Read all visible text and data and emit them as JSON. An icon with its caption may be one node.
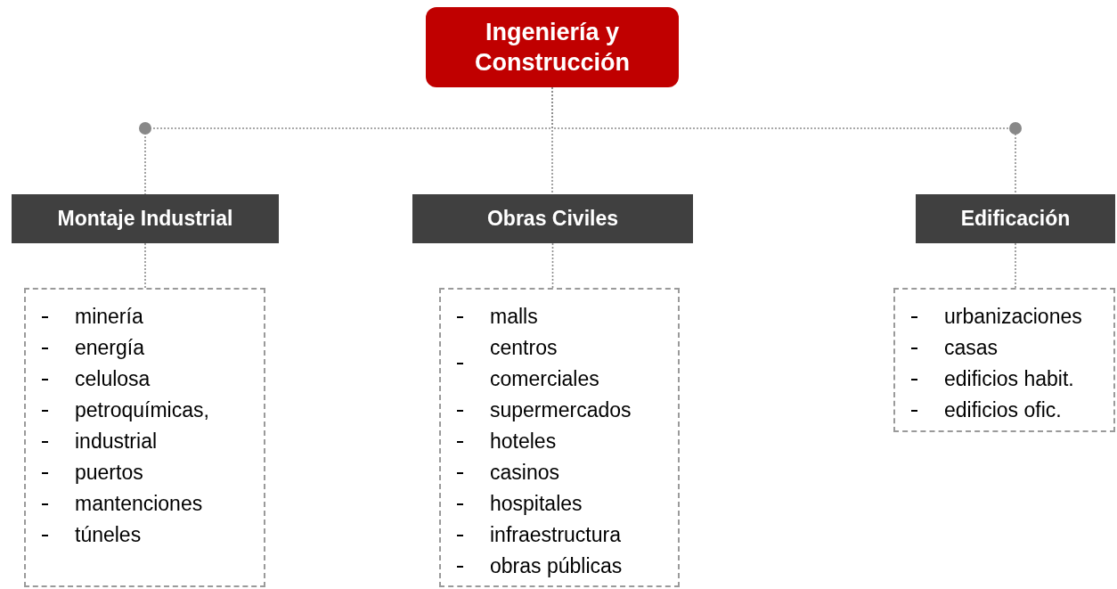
{
  "diagram": {
    "nodes": [
      {
        "text": [
          "Ingeniería y Construcción"
        ]
      },
      {
        "text": [
          "Montaje Industrial"
        ]
      },
      {
        "text": [
          "Obras Civiles"
        ]
      },
      {
        "text": [
          "Edificación"
        ]
      },
      {
        "text": [
          "minería",
          "energía",
          "celulosa",
          "petroquímicas,",
          "industrial",
          "puertos",
          "mantenciones",
          "túneles"
        ]
      },
      {
        "text": [
          "malls",
          "centros comerciales",
          "supermercados",
          "hoteles",
          "casinos",
          "hospitales",
          "infraestructura",
          "obras públicas"
        ]
      },
      {
        "text": [
          "urbanizaciones",
          "casas",
          "edificios habit.",
          "edificios ofic."
        ]
      }
    ],
    "edges": [
      {
        "from": 0,
        "to": 1,
        "arrow": "none"
      },
      {
        "from": 0,
        "to": 2,
        "arrow": "none"
      },
      {
        "from": 0,
        "to": 3,
        "arrow": "none"
      },
      {
        "from": 1,
        "to": 4,
        "arrow": "none"
      },
      {
        "from": 2,
        "to": 5,
        "arrow": "none"
      },
      {
        "from": 3,
        "to": 6,
        "arrow": "none"
      }
    ]
  }
}
